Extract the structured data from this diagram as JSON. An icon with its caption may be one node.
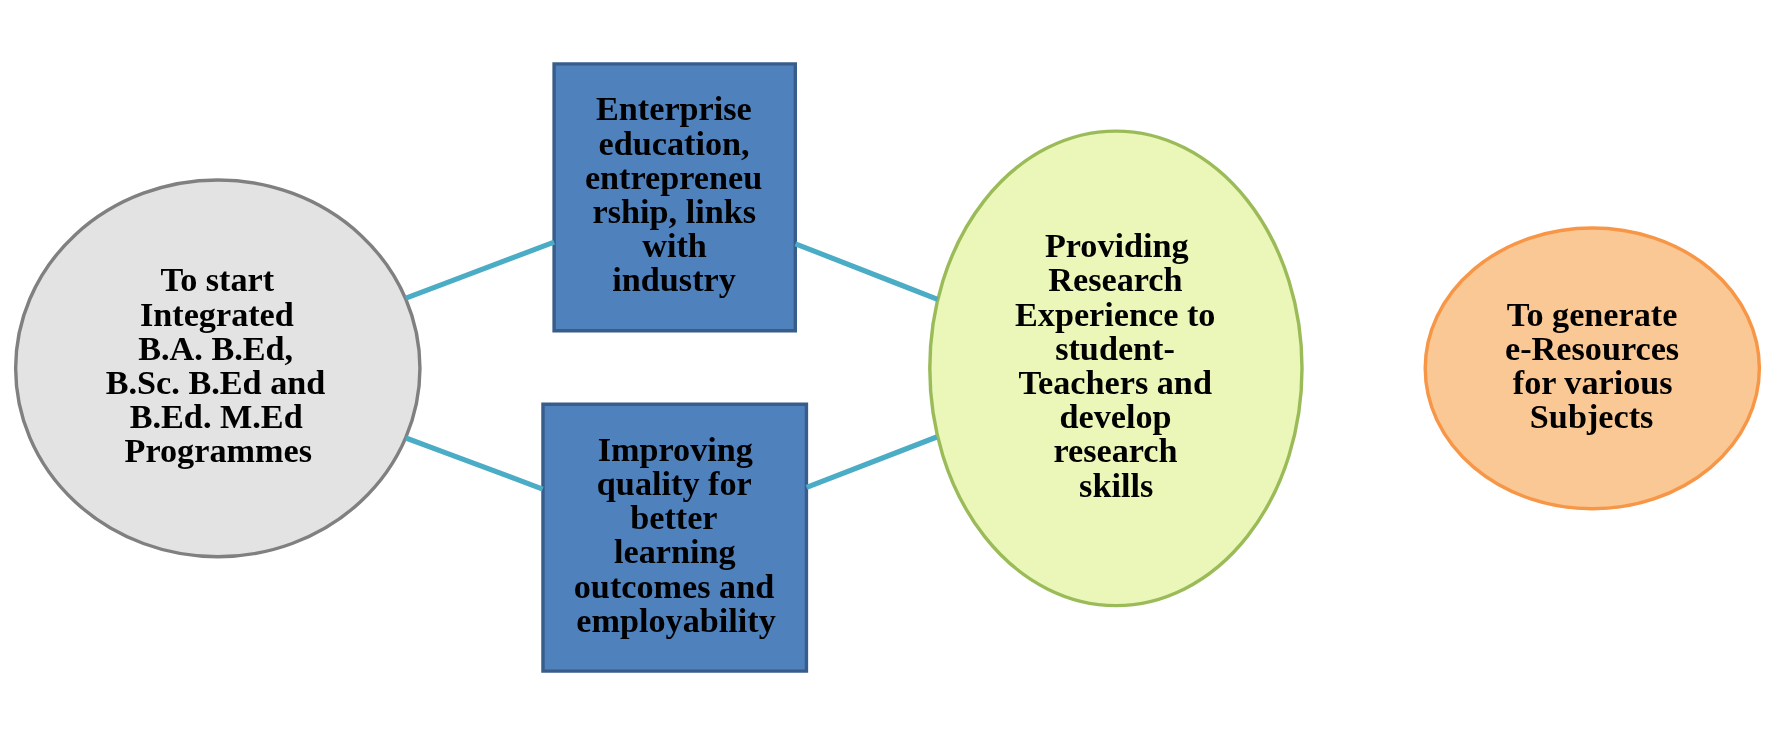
{
  "diagram": {
    "nodes": [
      {
        "text": [
          "To start Integrated B.A. B.Ed, B.Sc. B.Ed and B.Ed. M.Ed Programmes"
        ]
      },
      {
        "text": [
          "Enterprise education, entrepreneu rship, links with industry"
        ]
      },
      {
        "text": [
          "Improving quality for better learning outcomes and employability"
        ]
      },
      {
        "text": [
          "Providing Research Experience to student- Teachers and develop research skills"
        ]
      },
      {
        "text": [
          "To generate e-Resources for various Subjects"
        ]
      }
    ],
    "edges": [
      {
        "from": 0,
        "to": 1,
        "arrow": "none"
      },
      {
        "from": 0,
        "to": 2,
        "arrow": "none"
      },
      {
        "from": 1,
        "to": 3,
        "arrow": "none"
      },
      {
        "from": 2,
        "to": 3,
        "arrow": "none"
      }
    ]
  }
}
